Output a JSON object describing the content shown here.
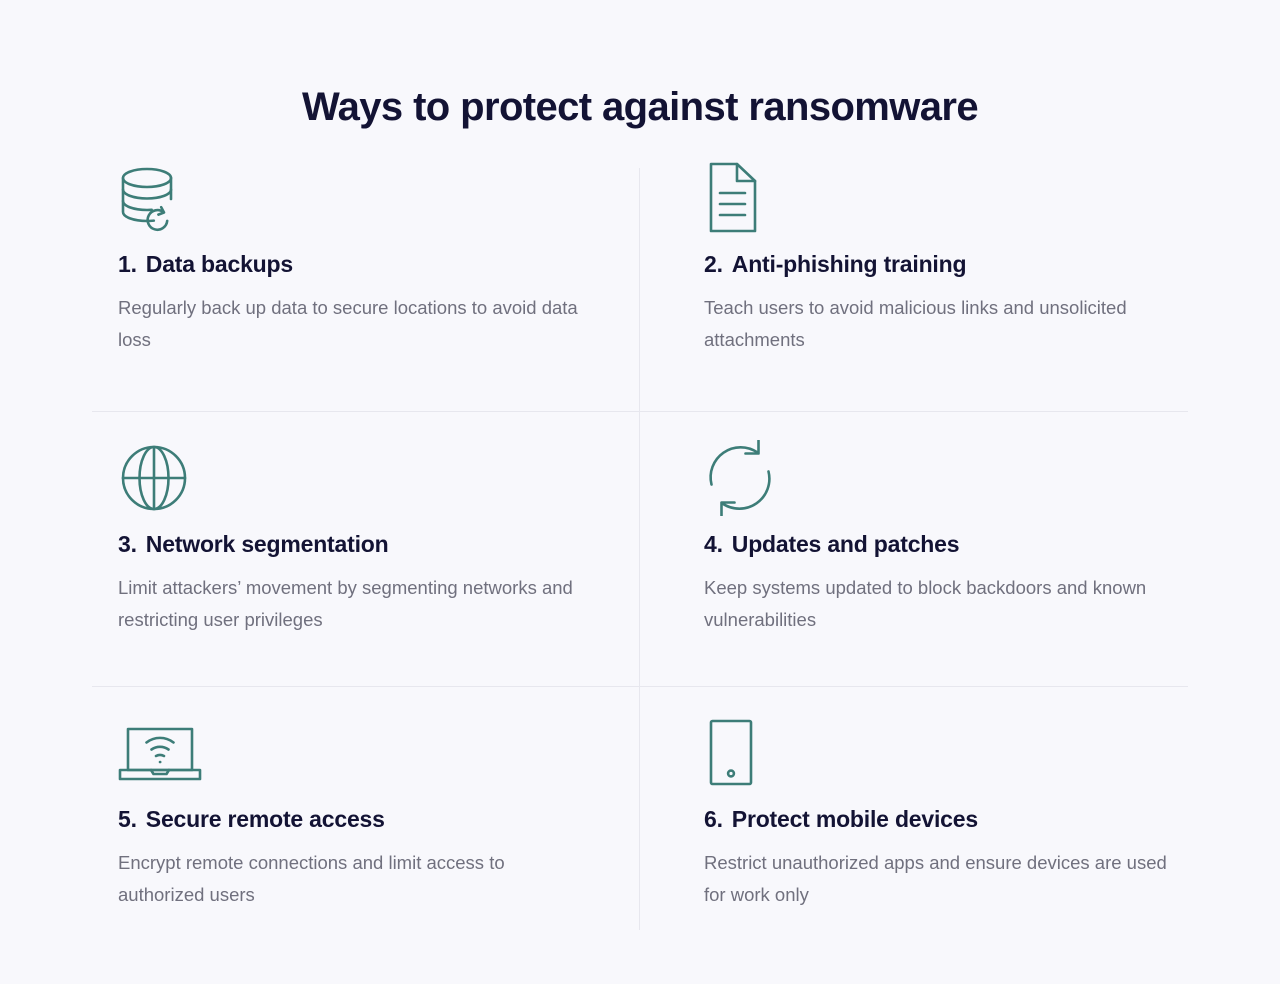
{
  "page": {
    "title": "Ways to protect against ransomware",
    "background_color": "#f8f8fc",
    "heading_color": "#131334",
    "body_color": "#70707e",
    "icon_color": "#3d7d78",
    "divider_color": "#e7e7ee"
  },
  "tips": [
    {
      "number": "1.",
      "title": "Data backups",
      "description": "Regularly back up data to secure locations to avoid data loss",
      "icon": "database-backup-icon"
    },
    {
      "number": "2.",
      "title": "Anti-phishing training",
      "description": "Teach users to avoid malicious links and unsolicited attachments",
      "icon": "document-icon"
    },
    {
      "number": "3.",
      "title": "Network segmentation",
      "description": "Limit attackers’ movement by segmenting networks and restricting user privileges",
      "icon": "globe-icon"
    },
    {
      "number": "4.",
      "title": "Updates and patches",
      "description": "Keep systems updated to block backdoors and known vulnerabilities",
      "icon": "refresh-sync-icon"
    },
    {
      "number": "5.",
      "title": "Secure remote access",
      "description": "Encrypt remote connections and limit access to authorized users",
      "icon": "laptop-wifi-icon"
    },
    {
      "number": "6.",
      "title": "Protect mobile devices",
      "description": "Restrict unauthorized apps and ensure devices are used for work only",
      "icon": "mobile-phone-icon"
    }
  ]
}
